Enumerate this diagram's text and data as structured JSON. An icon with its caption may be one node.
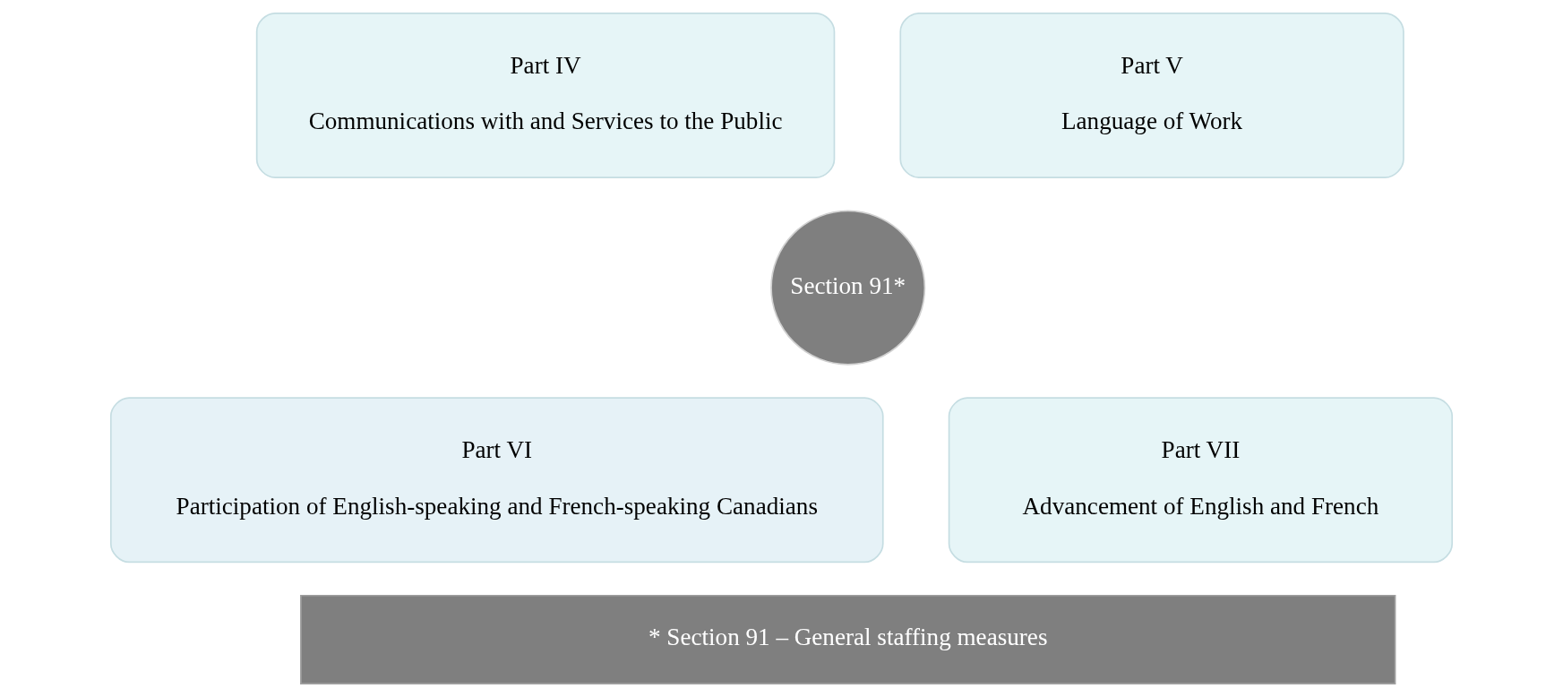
{
  "diagram": {
    "nodes": [
      {
        "text": [
          "Part IV",
          "Communications with and Services to the Public"
        ]
      },
      {
        "text": [
          "Part V",
          "Language of Work"
        ]
      },
      {
        "text": [
          "Part VI",
          "Participation of English-speaking and French-speaking Canadians"
        ]
      },
      {
        "text": [
          "Part VII",
          "Advancement of English and French"
        ]
      },
      {
        "text": [
          "Section 91*"
        ]
      },
      {
        "text": [
          "* Section 91 – General staffing measures"
        ]
      }
    ]
  }
}
